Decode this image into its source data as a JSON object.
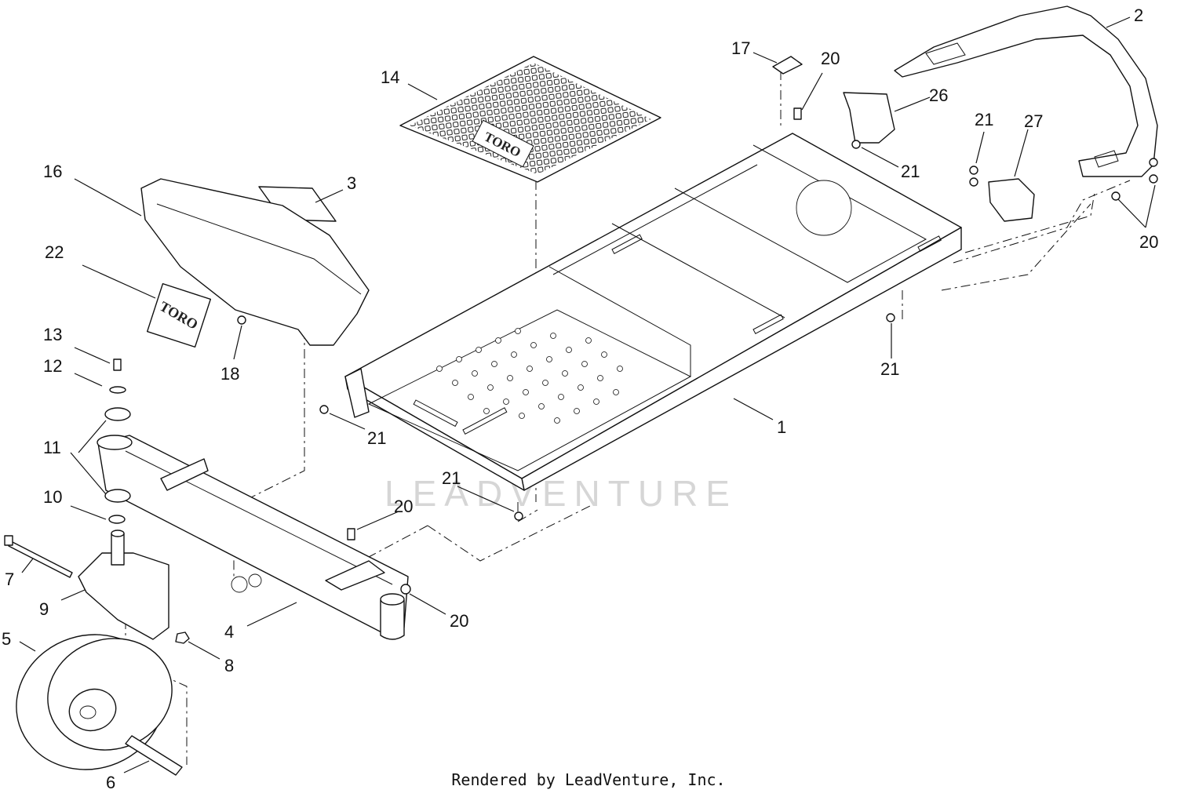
{
  "watermark": "LEADVENTURE",
  "footer": "Rendered by LeadVenture, Inc.",
  "logos": {
    "floor_mat_brand": "TORO",
    "decal_brand": "TORO"
  },
  "callouts": [
    {
      "id": "c1",
      "text": "1"
    },
    {
      "id": "c2",
      "text": "2"
    },
    {
      "id": "c3",
      "text": "3"
    },
    {
      "id": "c4",
      "text": "4"
    },
    {
      "id": "c5",
      "text": "5"
    },
    {
      "id": "c6",
      "text": "6"
    },
    {
      "id": "c7",
      "text": "7"
    },
    {
      "id": "c8",
      "text": "8"
    },
    {
      "id": "c9",
      "text": "9"
    },
    {
      "id": "c10",
      "text": "10"
    },
    {
      "id": "c11a",
      "text": "11"
    },
    {
      "id": "c12",
      "text": "12"
    },
    {
      "id": "c13",
      "text": "13"
    },
    {
      "id": "c14",
      "text": "14"
    },
    {
      "id": "c16",
      "text": "16"
    },
    {
      "id": "c17",
      "text": "17"
    },
    {
      "id": "c18",
      "text": "18"
    },
    {
      "id": "c20a",
      "text": "20"
    },
    {
      "id": "c20b",
      "text": "20"
    },
    {
      "id": "c20c",
      "text": "20"
    },
    {
      "id": "c20d",
      "text": "20"
    },
    {
      "id": "c21a",
      "text": "21"
    },
    {
      "id": "c21b",
      "text": "21"
    },
    {
      "id": "c21c",
      "text": "21"
    },
    {
      "id": "c21d",
      "text": "21"
    },
    {
      "id": "c21e",
      "text": "21"
    },
    {
      "id": "c22",
      "text": "22"
    },
    {
      "id": "c26",
      "text": "26"
    },
    {
      "id": "c27",
      "text": "27"
    }
  ]
}
